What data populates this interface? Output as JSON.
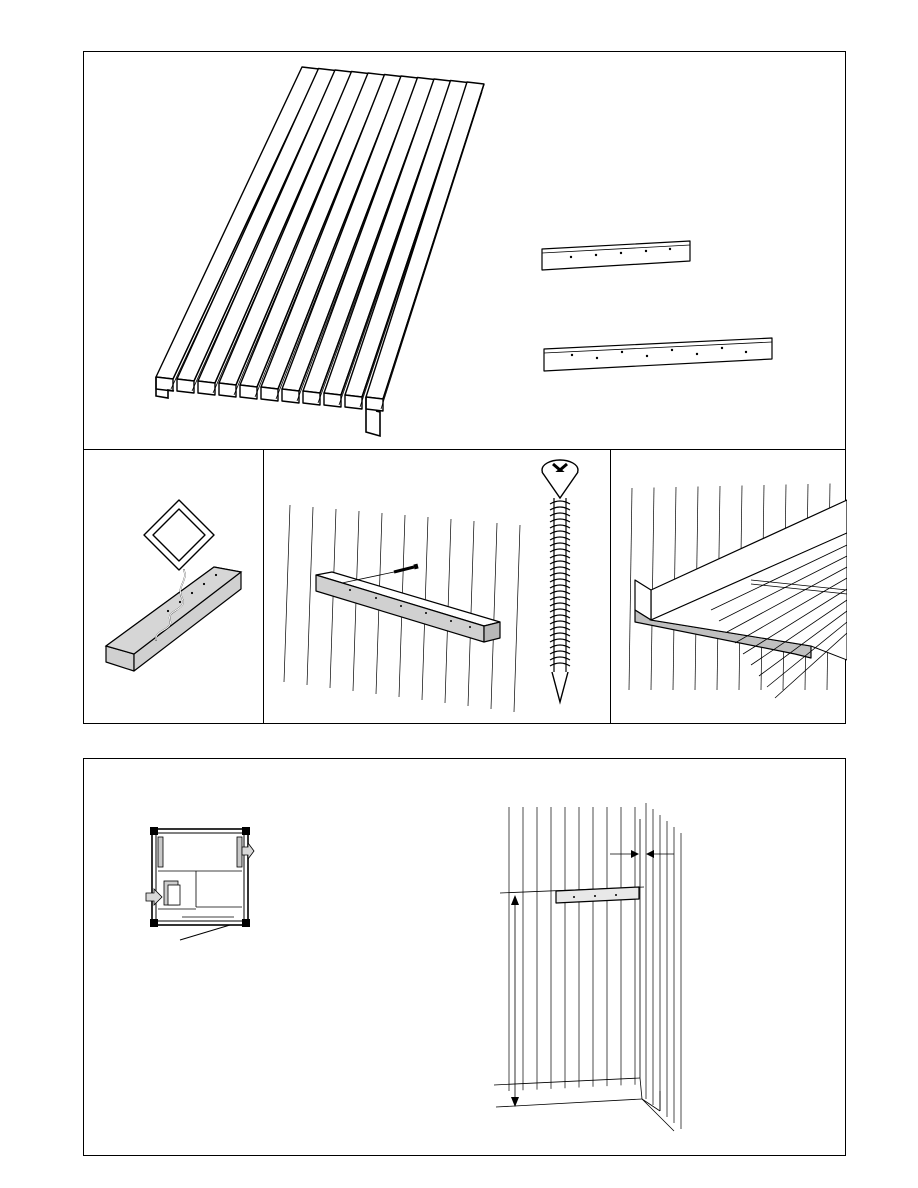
{
  "document": {
    "sections": [
      {
        "id": "top",
        "figures": [
          "bench-slats",
          "short-support-batten",
          "long-support-batten"
        ]
      },
      {
        "id": "middle",
        "figures": [
          "batten-routing-icon",
          "batten-screw-to-wall",
          "screw-detail",
          "bench-on-batten"
        ]
      },
      {
        "id": "bottom",
        "figures": [
          "sauna-floor-plan",
          "wall-batten-placement"
        ]
      }
    ],
    "colors": {
      "line": "#000000",
      "fill_grey": "#d0d0d0",
      "plan_fill": "#ffffff"
    },
    "icons": [
      "screw-icon",
      "diamond-sign-icon",
      "arrow-left-icon",
      "arrow-right-icon",
      "dimension-arrow-icon"
    ]
  }
}
